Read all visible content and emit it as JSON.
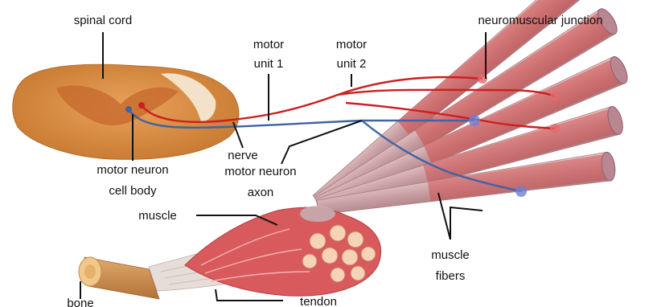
{
  "labels": {
    "spinal_cord": "spinal cord",
    "motor_unit_1_line1": "motor",
    "motor_unit_1_line2": "unit 1",
    "motor_unit_2_line1": "motor",
    "motor_unit_2_line2": "unit 2",
    "neuromuscular_junction": "neuromuscular junction",
    "nerve": "nerve",
    "motor_neuron_cell_body_line1": "motor neuron",
    "motor_neuron_cell_body_line2": "cell body",
    "motor_neuron_axon_line1": "motor neuron",
    "motor_neuron_axon_line2": "axon",
    "muscle": "muscle",
    "muscle_fibers_line1": "muscle",
    "muscle_fibers_line2": "fibers",
    "bone": "bone",
    "tendon": "tendon"
  },
  "colors": {
    "spinal_cord": "#d9893f",
    "grey_matter": "#c86a2e",
    "red_neuron": "#cc1f1f",
    "blue_neuron": "#3f63a3",
    "muscle": "#d9575a",
    "fiber_sheath": "#c9a3a5",
    "tendon": "#e4dbd8",
    "bone": "#c9894b",
    "leader_line": "#111111"
  }
}
